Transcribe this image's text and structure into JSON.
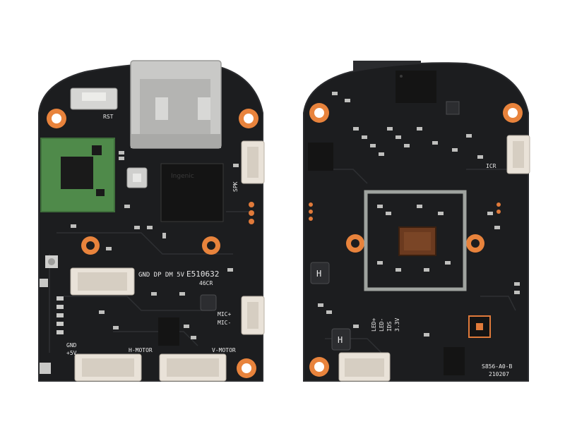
{
  "colors": {
    "background": "#ffffff",
    "pcb": "#1c1d1f",
    "pcb_edge": "#2a2b2e",
    "trace": "#2e3033",
    "silkscreen": "#e8e8e8",
    "copper_pad": "#e07a3a",
    "mount_ring": "#e8833c",
    "green_module": "#4f8a4a",
    "connector": "#e9e2d8",
    "metal": "#c9c9c7",
    "sensor": "#6b3a1f"
  },
  "left_board": {
    "labels": {
      "rst": "RST",
      "spk": "SPK",
      "pins": "GND DP DM 5V",
      "cert": "E510632",
      "cert_small": "46CR",
      "mic_plus": "MIC+",
      "mic_minus": "MIC-",
      "gnd": "GND",
      "plus5v": "+5V",
      "h_motor": "H-MOTOR",
      "v_motor": "V-MOTOR",
      "chip_logo": "Ingenic"
    }
  },
  "right_board": {
    "labels": {
      "icr": "ICR",
      "led_plus": "LED+",
      "led_minus": "LED-",
      "ids": "IDS",
      "v33": "3.3V",
      "model": "S856-A0-B",
      "date": "210207",
      "h_mark": "H"
    }
  }
}
